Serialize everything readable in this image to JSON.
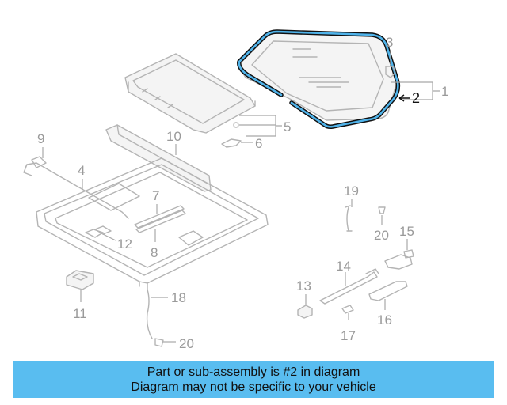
{
  "diagram": {
    "highlighted_part": "2",
    "callouts": [
      "1",
      "2",
      "3",
      "4",
      "5",
      "6",
      "7",
      "8",
      "9",
      "10",
      "11",
      "12",
      "13",
      "14",
      "15",
      "16",
      "17",
      "18",
      "19",
      "20",
      "20"
    ],
    "highlight_colors": {
      "seal_outline": "#111111",
      "seal_fill": "#4fb3ea"
    }
  },
  "banner": {
    "line1": "Part or sub-assembly is #2 in diagram",
    "line2": "Diagram may not be specific to your vehicle",
    "background": "#59bdf0"
  }
}
